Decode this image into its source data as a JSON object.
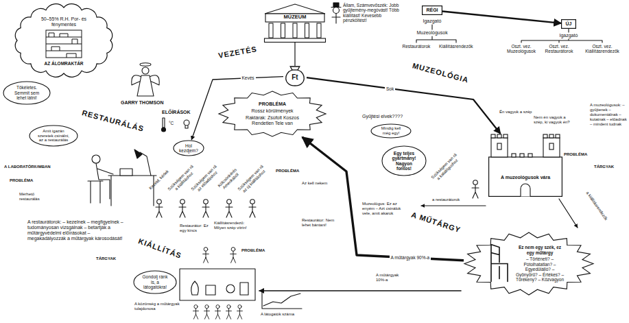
{
  "diagram": {
    "nodes": [
      {
        "text": [
          "MÚZEUM"
        ]
      },
      {
        "text": [
          "RÉGI"
        ]
      },
      {
        "text": [
          "ÚJ"
        ]
      },
      {
        "text": [
          "Ft"
        ]
      },
      {
        "text": [
          "50–55% R.H. Por- és fénymentes",
          "AZ ÁLOMRAKTÁR"
        ]
      },
      {
        "text": [
          "Tökéletes. Semmit sem lehet látni!"
        ]
      },
      {
        "text": [
          "PROBLÉMA",
          "Rossz körülmények",
          "Raktárak: Zsúfolt Koszos Rendetlen Tele van"
        ]
      },
      {
        "text": [
          "Amit igazán szeretek csinálni, az a restaurálás"
        ]
      },
      {
        "text": [
          "Hol kezdjem?"
        ]
      },
      {
        "text": [
          "Mindig kell még egy!"
        ]
      },
      {
        "text": [
          "Egy teljes gyártmány! Nagyon fontos!"
        ]
      },
      {
        "text": [
          "A muzeológusok vára"
        ]
      },
      {
        "text": [
          "Ez nem egy szék, ez egy műtárgy",
          "– Történeti? – Pótolhatatlan? – Egyedülálló? – Gyönyörű? – Értékes? – Törékeny? – Közvagyon"
        ]
      },
      {
        "text": [
          "Gondolj ránk is, a látogatókra!"
        ]
      }
    ],
    "edges": [
      {
        "from": 0,
        "to": 3,
        "arrow": "none"
      },
      {
        "from": 1,
        "to": 2,
        "arrow": "to"
      },
      {
        "from": 3,
        "to": 8,
        "label": "Kevés",
        "arrow": "to"
      },
      {
        "from": 3,
        "to": 11,
        "label": "Sok",
        "arrow": "to"
      },
      {
        "from": 12,
        "to": 6,
        "label": "A műtárgyak 90%-a",
        "arrow": "to"
      }
    ],
    "labels": [
      "VEZETÉS",
      "RESTAURÁLÁS",
      "MUZEOLÓGIA",
      "A MŰTÁRGY",
      "KIÁLLÍTÁS",
      "Állam, Számvevőszék: Jobb gyűjtemény-megóvást! Több kiállítást! Kevesebb pénzköltést!",
      "Igazgató",
      "Muzeológusok",
      "Restaurátorok",
      "Kiállításrendezők",
      "Igazgató",
      "Oszt. vez. Muzeológusok",
      "Oszt. vez. Restaurátorok",
      "Oszt. vez. Kiállításrendezők",
      "GARRY THOMSON",
      "ELŐÍRÁSOK",
      "°C",
      "A LABORATÓRIUMBAN",
      "PROBLÉMA",
      "Mérhető restaurálás",
      "A restaurátorok: – kezelnek – megfigyelnek – tudományosan vizsgálnak – betartják a műtárgyvédelmi előírásokat – megakadályozzák a műtárgyak károsodását!",
      "TÁRGYAK",
      "Kezeld, kérlek",
      "Szükségem van rá a kiállításhoz",
      "Szükségem van rá az előadáshoz",
      "Kölcsönkérés Amerikából",
      "Szükségem van rá az új kiállításhoz",
      "PROBLÉMA",
      "Gyűjtési elvek????",
      "Szükségem van rá a katalógushoz",
      "Én vagyok a szép",
      "Nem én vagyok a szép, ki vagyok én?",
      "PROBLÉMA",
      "A muzeológusok: – gyűjtenek – dokumentálnak – kutatnak – előadnak – mindent tudnak",
      "TÁRGYAK",
      "a restaurátorok",
      "a kiállításrendezők",
      "Az kell nekem",
      "Muzeológus: Ez az enyém – Azt csinálok vele, amit akarok",
      "Restaurátor: Nem lehet bántani!",
      "A műtárgyak 10%-a",
      "Restaurátor: Ez egy kincs",
      "Kiállításrendező: Milyen szép vitrin!",
      "PROBLÉMA",
      "A közönség a műtárgyak tulajdonosa",
      "A látogatók száma"
    ]
  }
}
